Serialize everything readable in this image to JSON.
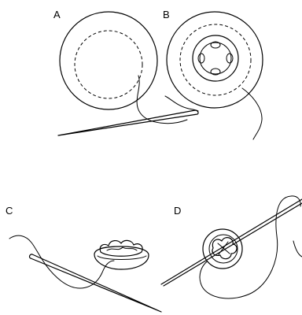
{
  "panels": {
    "a": {
      "label": "A"
    },
    "b": {
      "label": "B"
    },
    "c": {
      "label": "C"
    },
    "d": {
      "label": "D"
    }
  },
  "colors": {
    "ink": "#000000",
    "background": "#ffffff"
  }
}
